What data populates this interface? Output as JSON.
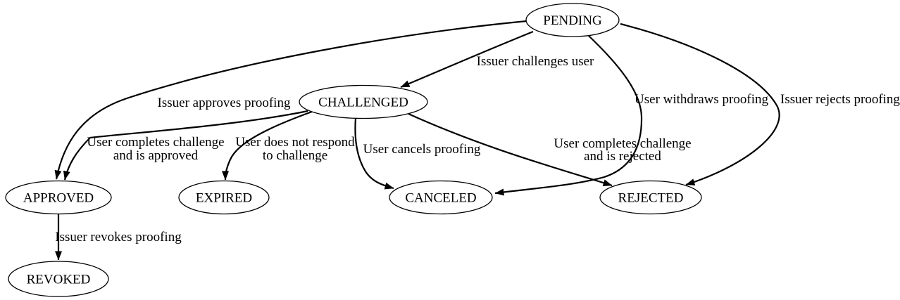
{
  "diagram": {
    "type": "state-machine-graph",
    "background_color": "#ffffff",
    "line_color": "#000000",
    "text_color": "#000000",
    "nodes": [
      {
        "id": "pending",
        "label": "PENDING"
      },
      {
        "id": "challenged",
        "label": "CHALLENGED"
      },
      {
        "id": "approved",
        "label": "APPROVED"
      },
      {
        "id": "expired",
        "label": "EXPIRED"
      },
      {
        "id": "canceled",
        "label": "CANCELED"
      },
      {
        "id": "rejected",
        "label": "REJECTED"
      },
      {
        "id": "revoked",
        "label": "REVOKED"
      }
    ],
    "edges": [
      {
        "from": "PENDING",
        "to": "CHALLENGED",
        "label_lines": [
          "Issuer challenges user"
        ]
      },
      {
        "from": "PENDING",
        "to": "APPROVED",
        "label_lines": [
          "Issuer approves proofing"
        ]
      },
      {
        "from": "PENDING",
        "to": "CANCELED",
        "label_lines": [
          "User withdraws proofing"
        ]
      },
      {
        "from": "PENDING",
        "to": "REJECTED",
        "label_lines": [
          "Issuer rejects proofing"
        ]
      },
      {
        "from": "CHALLENGED",
        "to": "APPROVED",
        "label_lines": [
          "User completes challenge",
          "and is approved"
        ]
      },
      {
        "from": "CHALLENGED",
        "to": "EXPIRED",
        "label_lines": [
          "User does not respond",
          "to challenge"
        ]
      },
      {
        "from": "CHALLENGED",
        "to": "CANCELED",
        "label_lines": [
          "User cancels proofing"
        ]
      },
      {
        "from": "CHALLENGED",
        "to": "REJECTED",
        "label_lines": [
          "User completes challenge",
          "and is rejected"
        ]
      },
      {
        "from": "APPROVED",
        "to": "REVOKED",
        "label_lines": [
          "Issuer revokes proofing"
        ]
      }
    ]
  }
}
